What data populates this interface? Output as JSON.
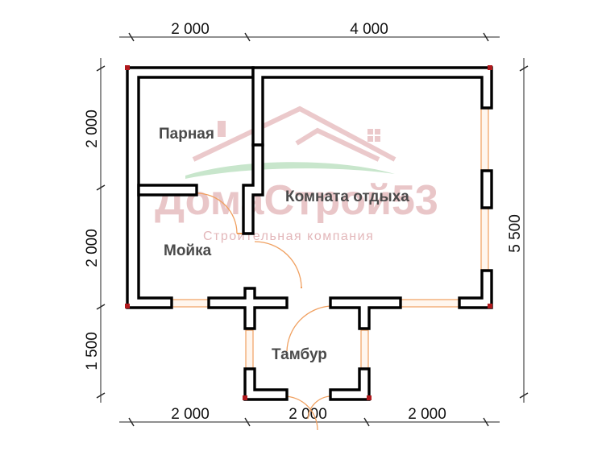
{
  "watermark": {
    "title": "ДомаСтрой53",
    "subtitle": "Строительная компания"
  },
  "rooms": {
    "parnaya": "Парная",
    "moika": "Мойка",
    "komnata": "Комната отдыха",
    "tambur": "Тамбур"
  },
  "dimensions": {
    "top": [
      "2 000",
      "4 000"
    ],
    "bottom": [
      "2 000",
      "2 000",
      "2 000"
    ],
    "left": [
      "2 000",
      "2 000",
      "1 500"
    ],
    "right": "5 500"
  },
  "colors": {
    "wall": "#000000",
    "wall_fill": "#ffffff",
    "corner": "#b0181c",
    "door_window": "#f0a060",
    "dimension_line": "#222222",
    "watermark": "#e9c6c8",
    "watermark_green": "#c8e6cc"
  }
}
